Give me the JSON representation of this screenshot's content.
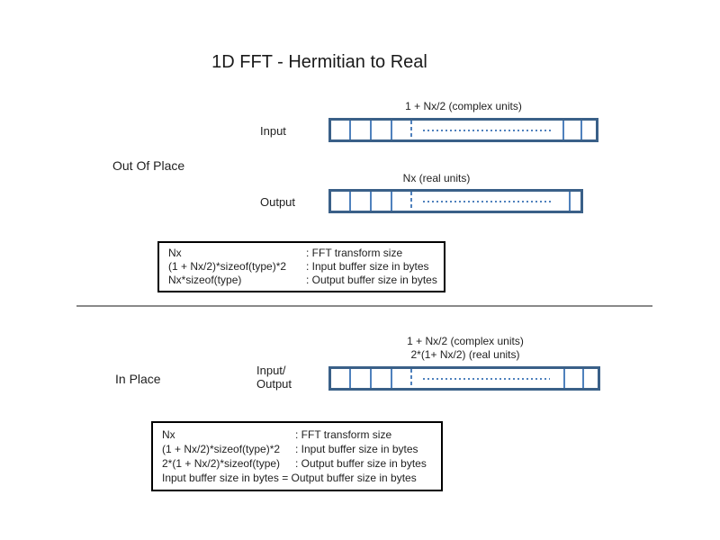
{
  "page": {
    "title": "1D FFT - Hermitian to Real"
  },
  "colors": {
    "buffer_border": "#3A6088",
    "buffer_cell_line": "#4F81BD",
    "buffer_dashed_line": "#4F81BD",
    "buffer_dots": "#4F81BD",
    "divider": "#898989",
    "info_box_border": "#000000",
    "text": "#1f1f1f"
  },
  "out_of_place": {
    "label": "Out Of Place",
    "input_row": {
      "label": "Input",
      "annotation": "1 + Nx/2 (complex units)"
    },
    "output_row": {
      "label": "Output",
      "annotation": "Nx (real units)"
    },
    "info_box": {
      "rows": [
        {
          "expr": "Nx",
          "desc": ": FFT transform size"
        },
        {
          "expr": "(1 + Nx/2)*sizeof(type)*2",
          "desc": ": Input buffer size in bytes"
        },
        {
          "expr": "Nx*sizeof(type)",
          "desc": ": Output buffer size in bytes"
        }
      ]
    }
  },
  "in_place": {
    "label": "In Place",
    "row_label_line1": "Input/",
    "row_label_line2": "Output",
    "annotation_line1": "1 + Nx/2 (complex units)",
    "annotation_line2": "2*(1+ Nx/2) (real units)",
    "info_box": {
      "rows": [
        {
          "expr": "Nx",
          "desc": ": FFT transform size"
        },
        {
          "expr": "(1 + Nx/2)*sizeof(type)*2",
          "desc": ": Input buffer size in bytes"
        },
        {
          "expr": "2*(1 + Nx/2)*sizeof(type)",
          "desc": ": Output buffer size in bytes"
        }
      ],
      "footer": "Input buffer size in bytes = Output buffer size in bytes"
    }
  },
  "buffers": {
    "input": {
      "left_lines": [
        20,
        43,
        66
      ],
      "dashed": 88,
      "dots": [
        102,
        244
      ],
      "right_lines": [
        257,
        277
      ]
    },
    "output": {
      "left_lines": [
        20,
        43,
        66
      ],
      "dashed": 88,
      "dots": [
        102,
        244
      ],
      "right_lines": [
        264
      ]
    },
    "inout": {
      "left_lines": [
        20,
        43,
        66
      ],
      "dashed": 88,
      "dots": [
        102,
        243
      ],
      "right_lines": [
        258,
        279
      ]
    }
  }
}
